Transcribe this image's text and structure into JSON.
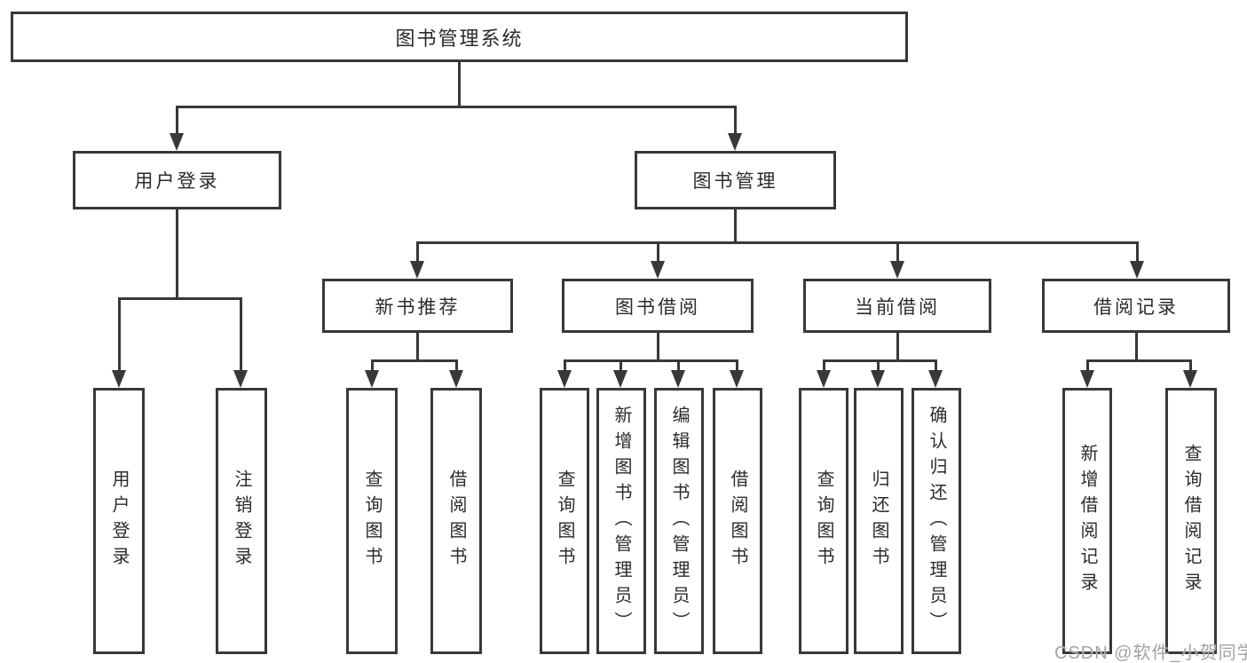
{
  "diagram_title": "图书管理系统",
  "tree": {
    "root": {
      "label": "图书管理系统",
      "children": [
        {
          "label": "用户登录",
          "children": [
            {
              "label": "用户登录"
            },
            {
              "label": "注销登录"
            }
          ]
        },
        {
          "label": "图书管理",
          "children": [
            {
              "label": "新书推荐",
              "children": [
                {
                  "label": "查询图书"
                },
                {
                  "label": "借阅图书"
                }
              ]
            },
            {
              "label": "图书借阅",
              "children": [
                {
                  "label": "查询图书"
                },
                {
                  "label": "新增图书（管理员）"
                },
                {
                  "label": "编辑图书（管理员）"
                },
                {
                  "label": "借阅图书"
                }
              ]
            },
            {
              "label": "当前借阅",
              "children": [
                {
                  "label": "查询图书"
                },
                {
                  "label": "归还图书"
                },
                {
                  "label": "确认归还（管理员）"
                }
              ]
            },
            {
              "label": "借阅记录",
              "children": [
                {
                  "label": "新增借阅记录"
                },
                {
                  "label": "查询借阅记录"
                }
              ]
            }
          ]
        }
      ]
    }
  },
  "watermark": {
    "text": "CSDN @软件_小贺同学"
  },
  "colors": {
    "line": "#383838",
    "box_border": "#383838",
    "text": "#2b2b2b",
    "watermark": "#a3a3a3",
    "background": "#ffffff"
  }
}
